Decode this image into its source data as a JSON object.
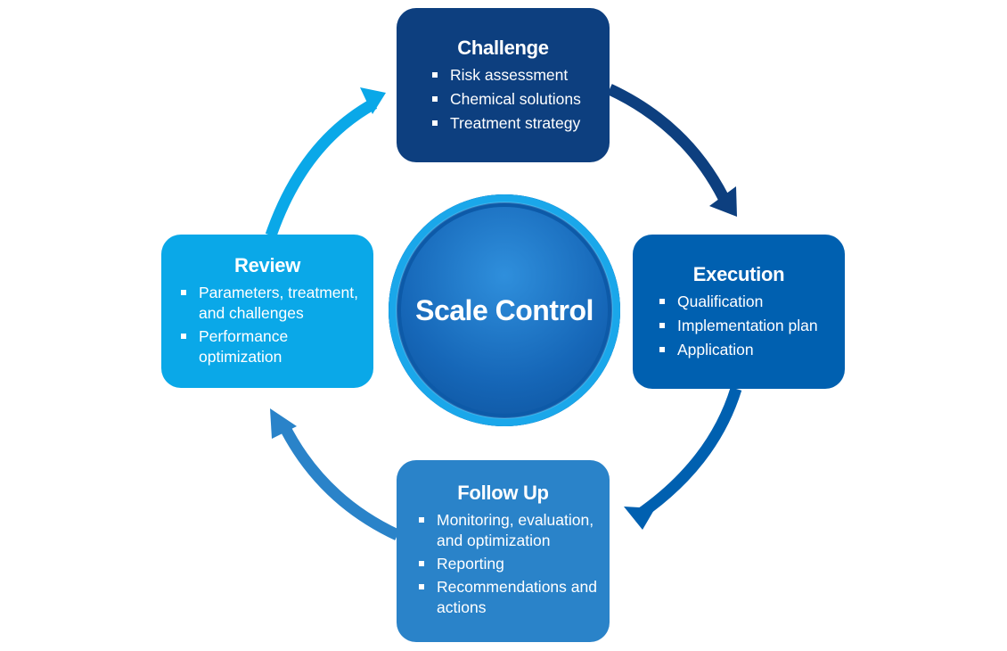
{
  "center": {
    "title": "Scale Control"
  },
  "steps": {
    "challenge": {
      "title": "Challenge",
      "items": [
        "Risk assessment",
        "Chemical solutions",
        "Treatment strategy"
      ]
    },
    "execution": {
      "title": "Execution",
      "items": [
        "Qualification",
        "Implementation plan",
        "Application"
      ]
    },
    "followup": {
      "title": "Follow Up",
      "items": [
        "Monitoring, evaluation, and optimization",
        "Reporting",
        "Recommendations and actions"
      ]
    },
    "review": {
      "title": "Review",
      "items": [
        "Parameters, treatment, and challenges",
        "Performance optimization"
      ]
    }
  },
  "colors": {
    "challenge": "#0d3f7f",
    "execution": "#0060b0",
    "followup": "#2a83c9",
    "review": "#0aa8e8"
  }
}
